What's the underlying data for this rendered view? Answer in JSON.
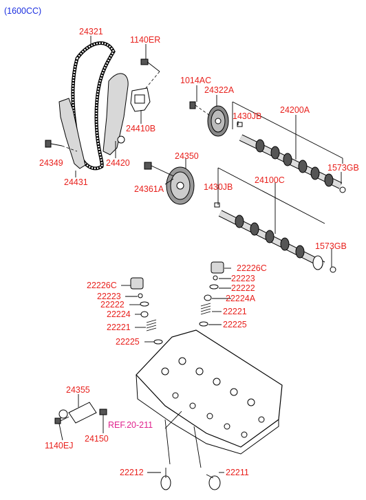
{
  "header": {
    "variant": "(1600CC)"
  },
  "labels": {
    "l24321": "24321",
    "l1140ER": "1140ER",
    "l1014AC": "1014AC",
    "l24322A": "24322A",
    "l1430JB_top": "1430JB",
    "l24200A": "24200A",
    "l24410B": "24410B",
    "l24349": "24349",
    "l24420": "24420",
    "l24431": "24431",
    "l1573GB_top": "1573GB",
    "l24350": "24350",
    "l24361A": "24361A",
    "l1430JB_mid": "1430JB",
    "l24100C": "24100C",
    "l1573GB_mid": "1573GB",
    "l22226C_r": "22226C",
    "l22223_r": "22223",
    "l22222_r": "22222",
    "l22224A": "22224A",
    "l22221_r": "22221",
    "l22225_r": "22225",
    "l22226C_l": "22226C",
    "l22223_l": "22223",
    "l22222_l": "22222",
    "l22224": "22224",
    "l22221_l": "22221",
    "l22225_l": "22225",
    "l24355": "24355",
    "l1140EJ": "1140EJ",
    "l24150": "24150",
    "lref": "REF.20-211",
    "l22212": "22212",
    "l22211": "22211"
  }
}
